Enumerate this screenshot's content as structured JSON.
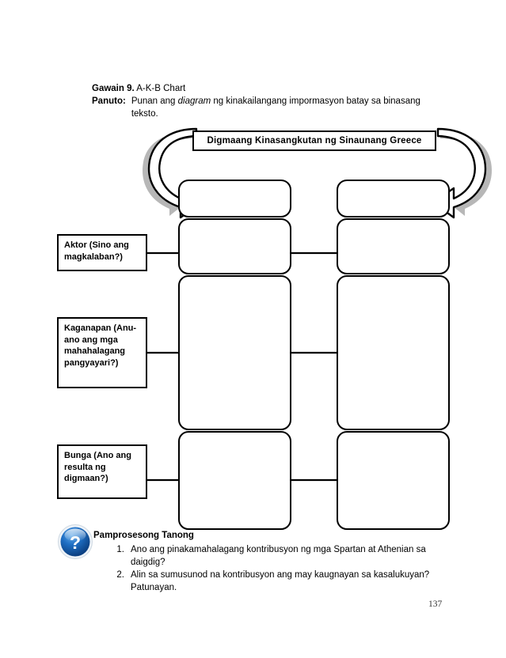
{
  "page": {
    "number": "137"
  },
  "header": {
    "activity_label": "Gawain 9.",
    "activity_title": "A-K-B Chart",
    "directive_label": "Panuto:",
    "directive_text_pre": "Punan ang ",
    "directive_text_italic": "diagram",
    "directive_text_post": " ng kinakailangang impormasyon batay sa binasang teksto."
  },
  "diagram": {
    "title": "Digmaang Kinasangkutan ng Sinaunang Greece",
    "row_labels": [
      "Aktor (Sino ang magkalaban?)",
      "Kaganapan (Anu-ano ang mga mahahalagang pangyayari?)",
      "Bunga (Ano ang resulta ng digmaan?)"
    ],
    "cells": {
      "left": [
        "",
        "",
        "",
        ""
      ],
      "right": [
        "",
        "",
        "",
        ""
      ]
    },
    "arrow_color": "#ffffff",
    "arrow_outline": "#000000",
    "arrow_shadow": "#b3b3b3"
  },
  "questions": {
    "icon": "question-mark-icon",
    "heading": "Pamprosesong Tanong",
    "items": [
      {
        "number": "1.",
        "text": "Ano ang pinakamahalagang kontribusyon ng mga Spartan at Athenian sa daigdig?"
      },
      {
        "number": "2.",
        "text": "Alin sa sumusunod na kontribusyon ang may kaugnayan sa kasalukuyan? Patunayan."
      }
    ]
  }
}
